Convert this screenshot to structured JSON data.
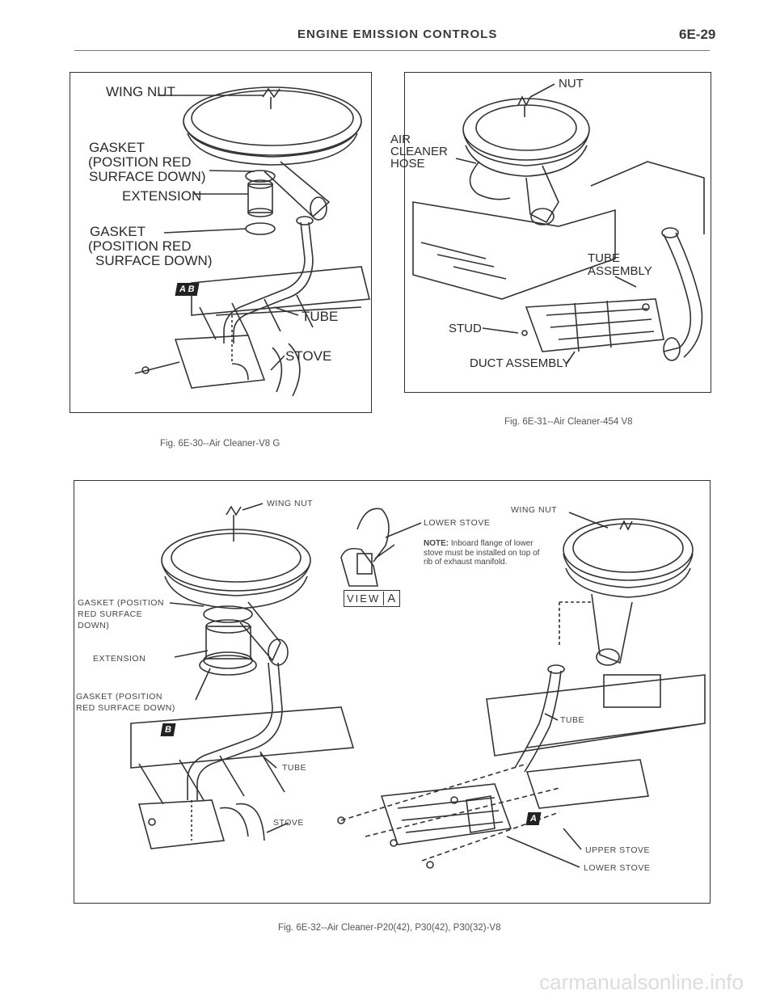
{
  "header": {
    "title": "ENGINE EMISSION CONTROLS",
    "page": "6E-29"
  },
  "fig30": {
    "labels": {
      "wing_nut": "WING NUT",
      "gasket_top_1": "GASKET",
      "gasket_top_2": "(POSITION RED",
      "gasket_top_3": "SURFACE DOWN)",
      "extension": "EXTENSION",
      "gasket_bottom_1": "GASKET",
      "gasket_bottom_2": "(POSITION RED",
      "gasket_bottom_3": "SURFACE DOWN)",
      "tube": "TUBE",
      "stove": "STOVE",
      "view_tag": "A B"
    },
    "caption": "Fig. 6E-30--Air Cleaner-V8 G"
  },
  "fig31": {
    "labels": {
      "nut": "NUT",
      "air_cleaner_hose_1": "AIR",
      "air_cleaner_hose_2": "CLEANER",
      "air_cleaner_hose_3": "HOSE",
      "tube_assembly_1": "TUBE",
      "tube_assembly_2": "ASSEMBLY",
      "stud": "STUD",
      "duct_assembly": "DUCT ASSEMBLY"
    },
    "caption": "Fig. 6E-31--Air Cleaner-454 V8"
  },
  "fig32": {
    "labels": {
      "wing_nut_left": "WING NUT",
      "wing_nut_right": "WING NUT",
      "lower_stove_top": "LOWER STOVE",
      "note_heading": "NOTE:",
      "note_body": "Inboard flange of lower stove must be installed on top of rib of exhaust manifold.",
      "view_word": "VIEW",
      "view_letter": "A",
      "gasket_top_1": "GASKET (POSITION",
      "gasket_top_2": "RED SURFACE",
      "gasket_top_3": "DOWN)",
      "extension": "EXTENSION",
      "gasket_bottom_1": "GASKET (POSITION",
      "gasket_bottom_2": "RED SURFACE DOWN)",
      "tag_b": "B",
      "tube_left": "TUBE",
      "tube_right": "TUBE",
      "stove": "STOVE",
      "tag_a": "A",
      "upper_stove": "UPPER STOVE",
      "lower_stove_bottom": "LOWER STOVE"
    },
    "caption": "Fig. 6E-32--Air Cleaner-P20(42), P30(42), P30(32)-V8"
  },
  "watermark": "carmanualsonline.info"
}
